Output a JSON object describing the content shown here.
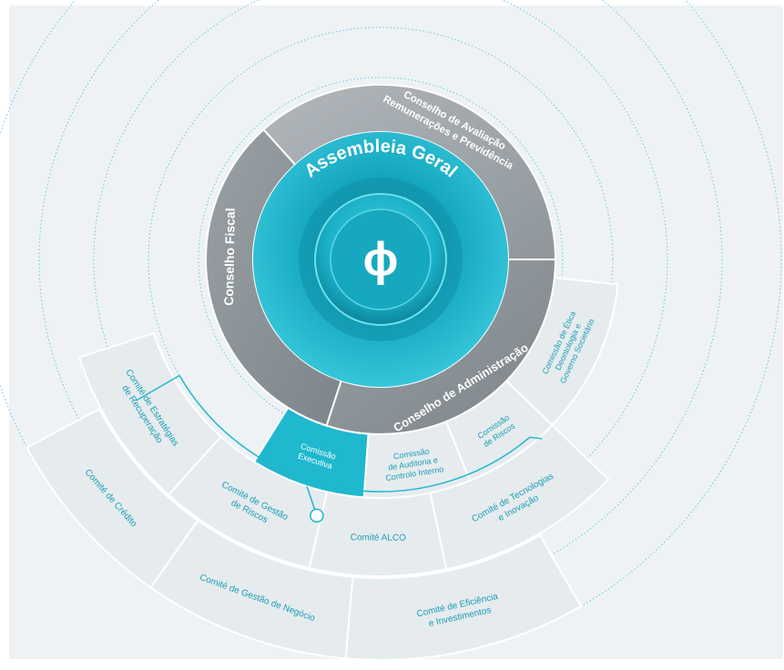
{
  "center": {
    "logo": "ɸ",
    "title": "Assembleia Geral"
  },
  "ring2": [
    {
      "id": "fiscal",
      "lines": [
        "Conselho Fiscal"
      ]
    },
    {
      "id": "remuneracoes",
      "lines": [
        "Conselho de Avaliação",
        "Remunerações e Previdência"
      ]
    },
    {
      "id": "administracao",
      "lines": [
        "Conselho de Administração"
      ]
    }
  ],
  "ring3": [
    {
      "id": "executiva",
      "lines": [
        "Comissão",
        "Executiva"
      ]
    },
    {
      "id": "auditoria",
      "lines": [
        "Comissão",
        "de Auditoria e",
        "Controlo Interno"
      ]
    },
    {
      "id": "riscos",
      "lines": [
        "Comissão",
        "de Riscos"
      ]
    },
    {
      "id": "etica",
      "lines": [
        "Comissão de Ética",
        "Deontologia e",
        "Governo Societário"
      ]
    }
  ],
  "ring4": [
    {
      "id": "estrategias",
      "lines": [
        "Comité de Estratégias",
        "de Recuperação"
      ]
    },
    {
      "id": "gestao-riscos",
      "lines": [
        "Comité de Gestão",
        "de Riscos"
      ]
    },
    {
      "id": "alco",
      "lines": [
        "Comité ALCO"
      ]
    },
    {
      "id": "tecnologias",
      "lines": [
        "Comité de Tecnologias",
        "e Inovação"
      ]
    }
  ],
  "ring5": [
    {
      "id": "credito",
      "lines": [
        "Comité de Crédito"
      ]
    },
    {
      "id": "negocio",
      "lines": [
        "Comité de Gestão de Negócio"
      ]
    },
    {
      "id": "eficiencia",
      "lines": [
        "Comité de Eficiência",
        "e Investimentos"
      ]
    }
  ],
  "colors": {
    "background": "#eef2f5",
    "teal": "#1fb8cf",
    "teal_dark": "#0e8ea6",
    "gray_dark": "#8c9398",
    "gray_mid": "#a6adb2",
    "panel": "#e6ebee",
    "panel_text": "#1a9fb6",
    "dotted": "#57c4d6"
  }
}
